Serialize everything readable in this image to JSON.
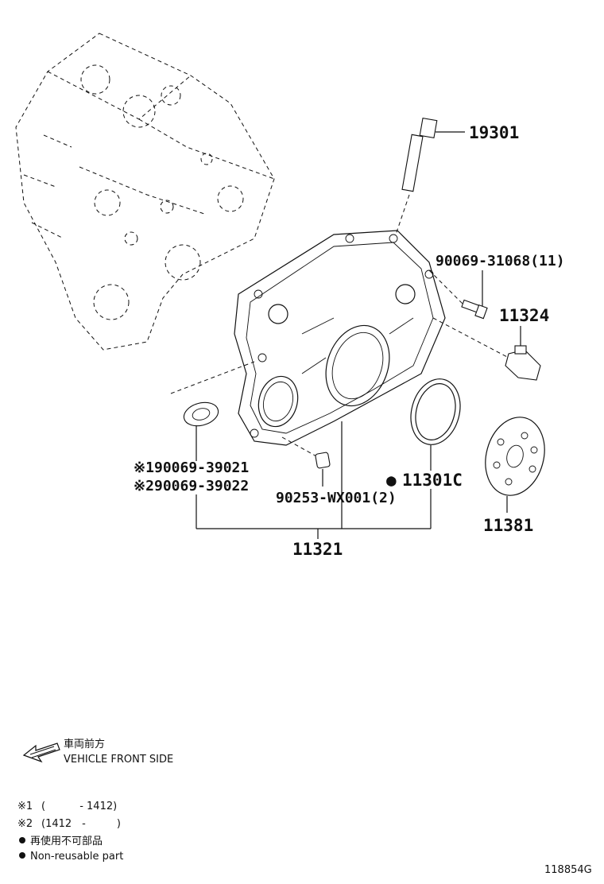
{
  "labels": {
    "p19301": "19301",
    "p90069_31068": "90069-31068(11)",
    "p11324": "11324",
    "p90069_39021": "90069-39021",
    "p90069_39022": "90069-39022",
    "p90253": "90253-WX001(2)",
    "p11301c": "11301C",
    "p11381": "11381",
    "p11321": "11321"
  },
  "markers": {
    "note1": "※1",
    "note2": "※2",
    "nonreusable": "●"
  },
  "direction": {
    "jp": "車両前方",
    "en": "VEHICLE FRONT SIDE"
  },
  "legend": {
    "note1_mark": "※1",
    "note1_text": "(　　　 - 1412)",
    "note2_mark": "※2",
    "note2_text": "(1412　‐　　　)",
    "nonreuse_jp": "再使用不可部品",
    "nonreuse_en": "Non-reusable part"
  },
  "diagram_id": "118854G"
}
